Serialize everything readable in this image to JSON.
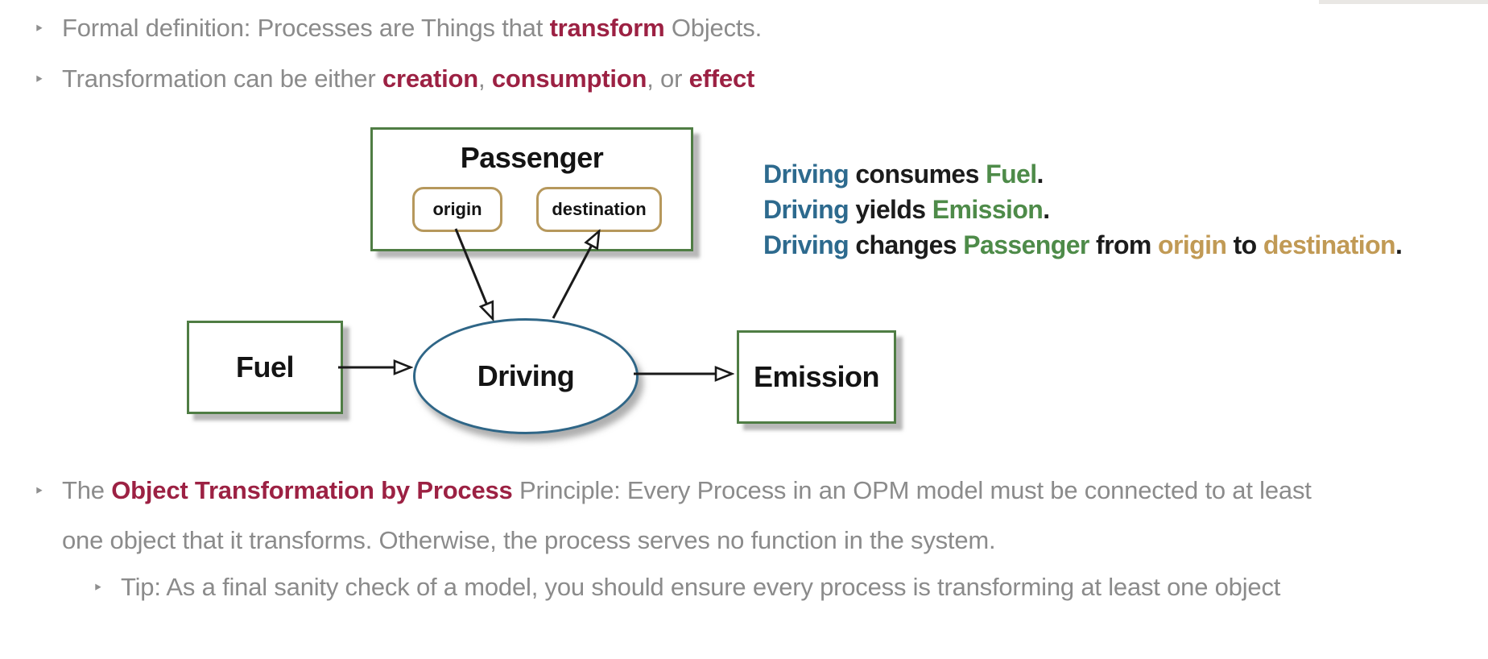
{
  "bullets": {
    "b1": {
      "marker": "‣",
      "pre": "Formal definition: Processes are Things that ",
      "em": "transform",
      "post": " Objects."
    },
    "b2": {
      "marker": "‣",
      "pre": "Transformation can be either ",
      "em1": "creation",
      "sep1": ", ",
      "em2": "consumption",
      "sep2": ", or ",
      "em3": "effect"
    },
    "b3": {
      "marker": "‣",
      "line1_pre": "The ",
      "line1_em": "Object Transformation by Process",
      "line1_post": " Principle: Every Process in an OPM model must be connected to at least",
      "line2": "one object that it transforms. Otherwise, the process serves no function in the system."
    },
    "tip": {
      "marker": "‣",
      "text": "Tip: As a final sanity check of a model, you should ensure every process is transforming at least one object"
    }
  },
  "diagram": {
    "passenger_label": "Passenger",
    "origin_label": "origin",
    "destination_label": "destination",
    "fuel_label": "Fuel",
    "process_label": "Driving",
    "emission_label": "Emission"
  },
  "statements": {
    "s1": {
      "subject": "Driving",
      "verb": " consumes ",
      "object": "Fuel",
      "end": "."
    },
    "s2": {
      "subject": "Driving",
      "verb": " yields ",
      "object": "Emission",
      "end": "."
    },
    "s3": {
      "subject": "Driving",
      "verb": " changes ",
      "object": "Passenger",
      "from": " from ",
      "state_from": "origin",
      "to": " to ",
      "state_to": "destination",
      "end": "."
    }
  },
  "colors": {
    "body_text_gray": "#8b8b8b",
    "accent_crimson": "#9c2143",
    "process_blue_text": "#2d6a8e",
    "object_green_text": "#4e8b49",
    "state_tan_text": "#c19a55",
    "object_border_green": "#4f7d44",
    "state_border_tan": "#b6985c",
    "process_border_blue": "#2f6687",
    "label_black": "#1c1c1c",
    "background": "#ffffff"
  }
}
